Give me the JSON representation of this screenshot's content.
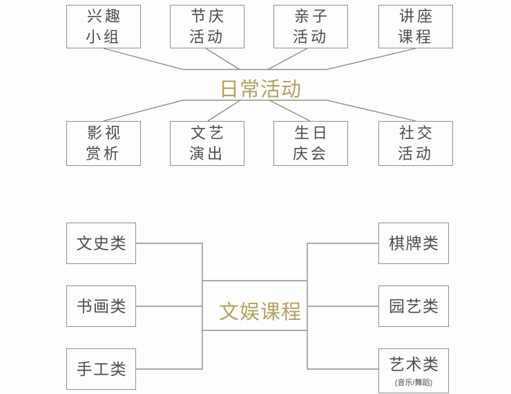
{
  "colors": {
    "accent_title": "#b2a260",
    "box_border": "#8d8d8d",
    "box_text": "#4c4c4c",
    "background": "#fdfdfd"
  },
  "top_diagram": {
    "title": "日常活动",
    "top_nodes": [
      {
        "label": "兴趣\n小组"
      },
      {
        "label": "节庆\n活动"
      },
      {
        "label": "亲子\n活动"
      },
      {
        "label": "讲座\n课程"
      }
    ],
    "bottom_nodes": [
      {
        "label": "影视\n赏析"
      },
      {
        "label": "文艺\n演出"
      },
      {
        "label": "生日\n庆会"
      },
      {
        "label": "社交\n活动"
      }
    ],
    "edges": [
      {
        "from": "兴趣小组",
        "to": "日常活动"
      },
      {
        "from": "节庆活动",
        "to": "日常活动"
      },
      {
        "from": "亲子活动",
        "to": "日常活动"
      },
      {
        "from": "讲座课程",
        "to": "日常活动"
      },
      {
        "from": "日常活动",
        "to": "影视赏析"
      },
      {
        "from": "日常活动",
        "to": "文艺演出"
      },
      {
        "from": "日常活动",
        "to": "生日庆会"
      },
      {
        "from": "日常活动",
        "to": "社交活动"
      }
    ]
  },
  "bottom_diagram": {
    "title": "文娱课程",
    "left_nodes": [
      {
        "label": "文史类"
      },
      {
        "label": "书画类"
      },
      {
        "label": "手工类"
      }
    ],
    "right_nodes": [
      {
        "label": "棋牌类"
      },
      {
        "label": "园艺类"
      },
      {
        "label": "艺术类",
        "sub": "(音乐/舞蹈)"
      }
    ],
    "edges": [
      {
        "from": "文史类",
        "to": "文娱课程"
      },
      {
        "from": "书画类",
        "to": "文娱课程"
      },
      {
        "from": "手工类",
        "to": "文娱课程"
      },
      {
        "from": "文娱课程",
        "to": "棋牌类"
      },
      {
        "from": "文娱课程",
        "to": "园艺类"
      },
      {
        "from": "文娱课程",
        "to": "艺术类"
      }
    ]
  }
}
